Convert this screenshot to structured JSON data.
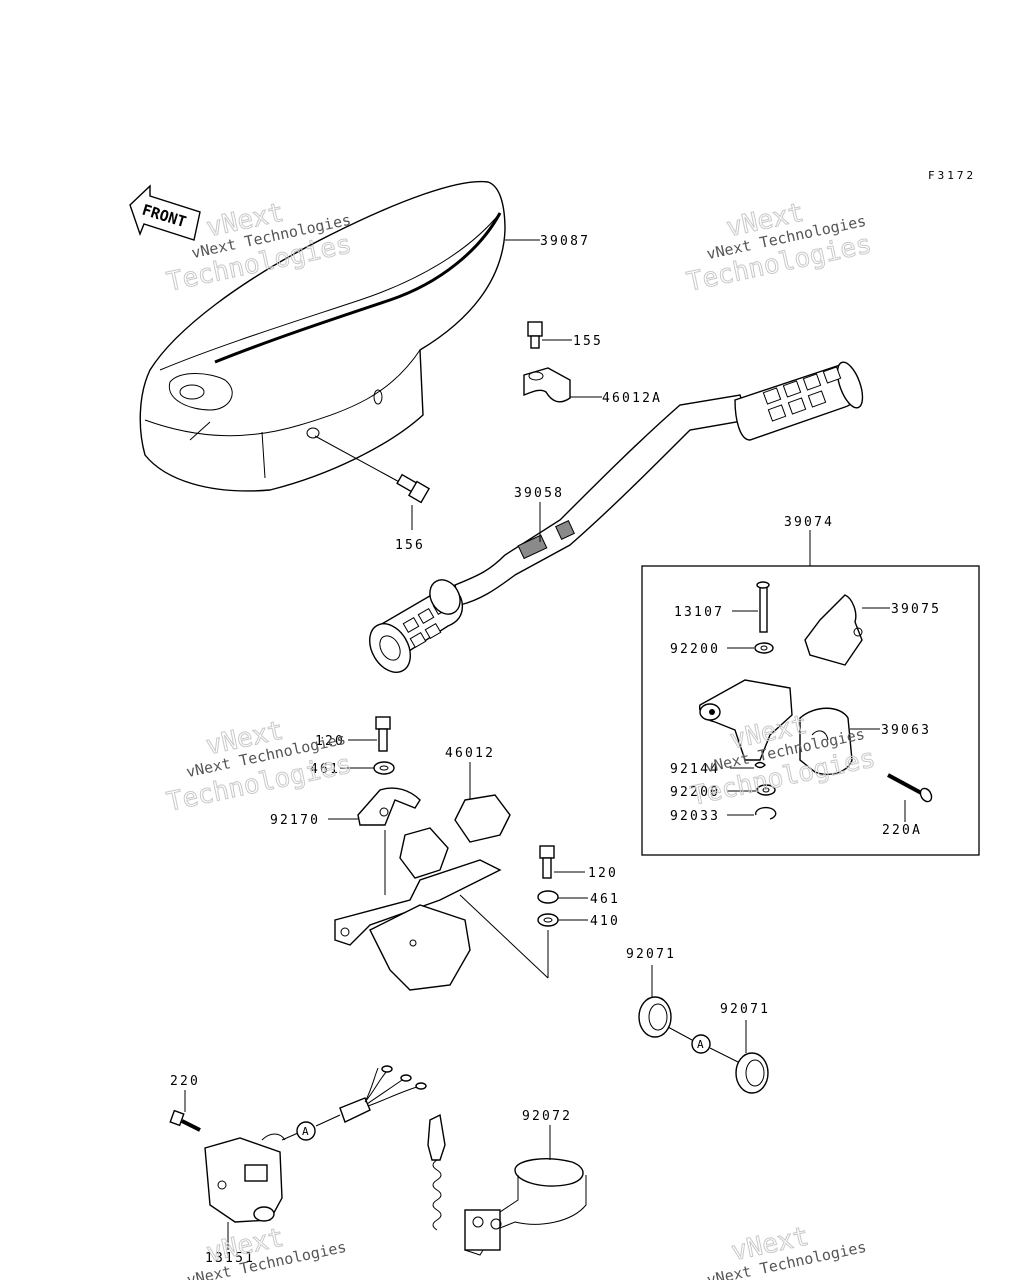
{
  "figure_id": "F3172",
  "front_arrow_label": "FRONT",
  "watermark": {
    "line1": "vNext",
    "line2": "vNext Technologies",
    "line3": "Technologies"
  },
  "connector_marker": "A",
  "part_labels": {
    "p39087": "39087",
    "p155": "155",
    "p46012A": "46012A",
    "p39058": "39058",
    "p156": "156",
    "p39074": "39074",
    "p13107": "13107",
    "p39075": "39075",
    "p92200a": "92200",
    "p39063": "39063",
    "p92144": "92144",
    "p92200b": "92200",
    "p92033": "92033",
    "p220A": "220A",
    "p120a": "120",
    "p461a": "461",
    "p46012": "46012",
    "p92170": "92170",
    "p120b": "120",
    "p461b": "461",
    "p410": "410",
    "p92071a": "92071",
    "p92071b": "92071",
    "p220": "220",
    "p92072": "92072",
    "p13151": "13151"
  }
}
